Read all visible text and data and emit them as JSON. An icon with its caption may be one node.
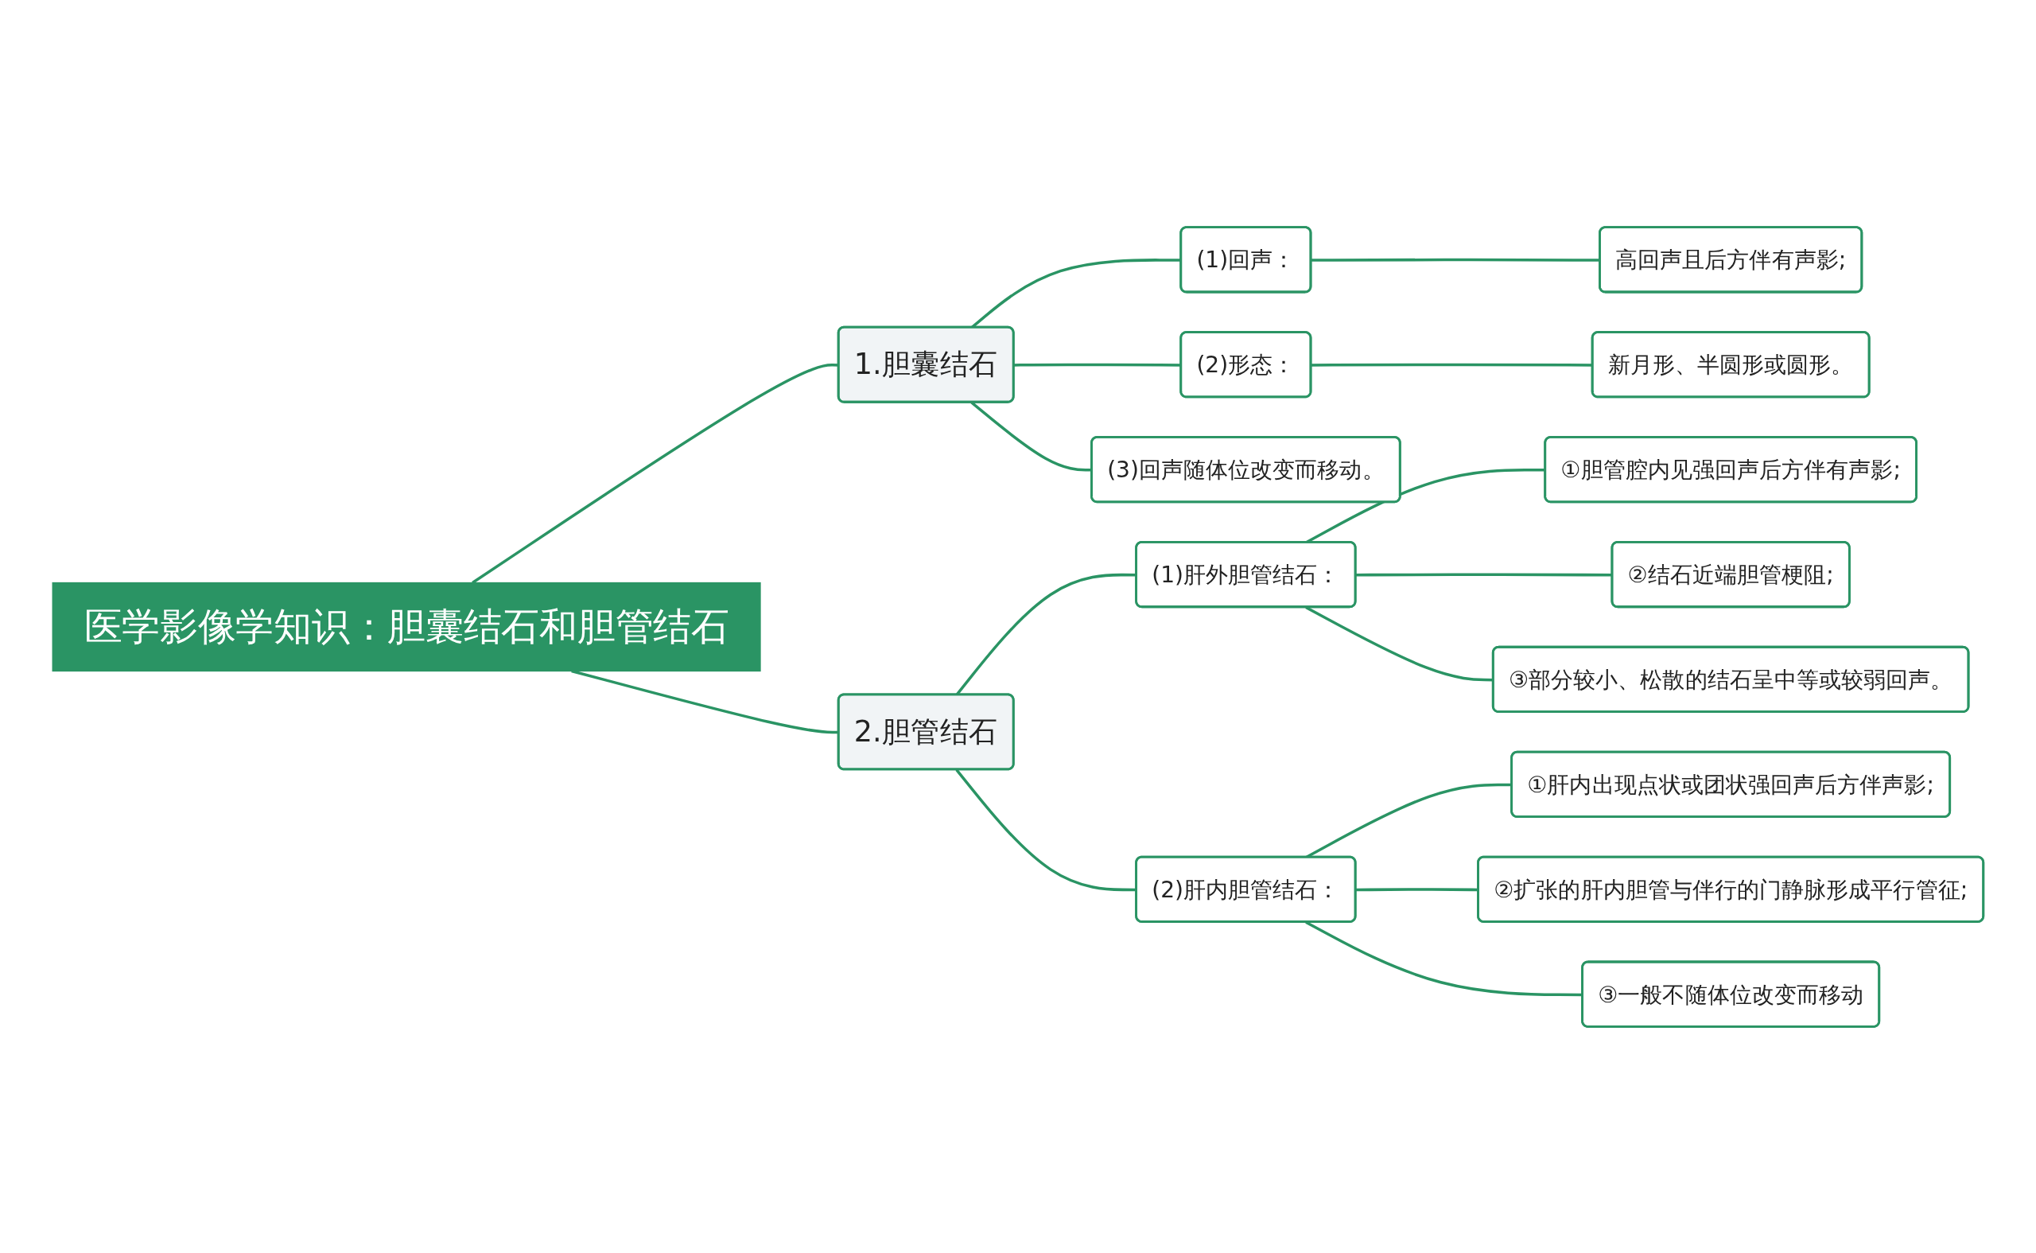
{
  "diagram": {
    "nodes": [
      {
        "text": [
          "医学影像学知识：胆囊结石和胆管结石"
        ]
      },
      {
        "text": [
          "1.胆囊结石"
        ]
      },
      {
        "text": [
          "(1)回声："
        ]
      },
      {
        "text": [
          "高回声且后方伴有声影;"
        ]
      },
      {
        "text": [
          "(2)形态："
        ]
      },
      {
        "text": [
          "新月形、半圆形或圆形。"
        ]
      },
      {
        "text": [
          "(3)回声随体位改变而移动。"
        ]
      },
      {
        "text": [
          "2.胆管结石"
        ]
      },
      {
        "text": [
          "(1)肝外胆管结石："
        ]
      },
      {
        "text": [
          "①胆管腔内见强回声后方伴有声影;"
        ]
      },
      {
        "text": [
          "②结石近端胆管梗阻;"
        ]
      },
      {
        "text": [
          "③部分较小、松散的结石呈中等或较弱回声。"
        ]
      },
      {
        "text": [
          "(2)肝内胆管结石："
        ]
      },
      {
        "text": [
          "①肝内出现点状或团状强回声后方伴声影;"
        ]
      },
      {
        "text": [
          "②扩张的肝内胆管与伴行的门静脉形成平行管征;"
        ]
      },
      {
        "text": [
          "③一般不随体位改变而移动"
        ]
      }
    ],
    "edges": [
      {
        "from": 0,
        "to": 1,
        "arrow": "none"
      },
      {
        "from": 1,
        "to": 2,
        "arrow": "none"
      },
      {
        "from": 2,
        "to": 3,
        "arrow": "none"
      },
      {
        "from": 1,
        "to": 4,
        "arrow": "none"
      },
      {
        "from": 4,
        "to": 5,
        "arrow": "none"
      },
      {
        "from": 1,
        "to": 6,
        "arrow": "none"
      },
      {
        "from": 0,
        "to": 7,
        "arrow": "none"
      },
      {
        "from": 7,
        "to": 8,
        "arrow": "none"
      },
      {
        "from": 8,
        "to": 9,
        "arrow": "none"
      },
      {
        "from": 8,
        "to": 10,
        "arrow": "none"
      },
      {
        "from": 8,
        "to": 11,
        "arrow": "none"
      },
      {
        "from": 7,
        "to": 12,
        "arrow": "none"
      },
      {
        "from": 12,
        "to": 13,
        "arrow": "none"
      },
      {
        "from": 12,
        "to": 14,
        "arrow": "none"
      },
      {
        "from": 12,
        "to": 15,
        "arrow": "none"
      }
    ]
  }
}
